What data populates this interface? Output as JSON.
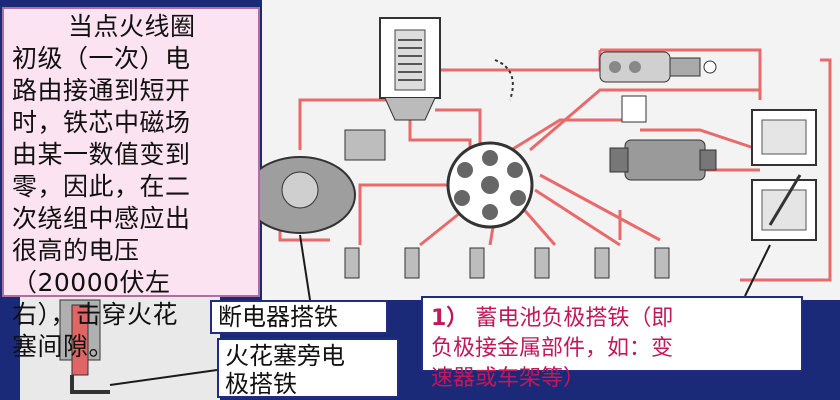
{
  "main_note": {
    "lines": [
      "当点火线圈",
      "初级（一次）电",
      "路由接通到短开",
      "时，铁芯中磁场",
      "由某一数值变到",
      "零，因此，在二",
      "次绕组中感应出",
      "很高的电压",
      "（20000伏左",
      "右），击穿火花",
      "塞间隙。"
    ]
  },
  "labels": {
    "breaker_ground": "断电器搭铁",
    "spark_plug_ground_line1": "火花塞旁电",
    "spark_plug_ground_line2": "极搭铁",
    "battery_number": "1）",
    "battery_text_line1": "蓄电池负极搭铁（即",
    "battery_text_line2": "负极接金属部件，如：变",
    "battery_text_line3": "速器或车架等）"
  },
  "colors": {
    "background": "#1b2a78",
    "wire": "#e86a6a",
    "note_fill": "#fbe3f1",
    "callout_text": "#c0185a"
  }
}
